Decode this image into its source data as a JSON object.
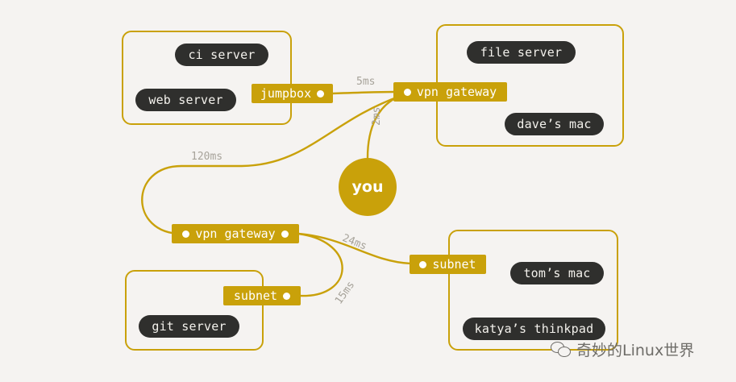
{
  "colors": {
    "background": "#f5f3f1",
    "accent": "#c9a10a",
    "pill_bg": "#2f2f2d",
    "pill_text": "#f3f1ec",
    "latency_text": "#a7a39a"
  },
  "hosts": {
    "ci_server": "ci server",
    "web_server": "web server",
    "file_server": "file server",
    "daves_mac": "dave’s mac",
    "toms_mac": "tom’s mac",
    "katyas_thinkpad": "katya’s thinkpad",
    "git_server": "git server"
  },
  "nodes": {
    "jumpbox": "jumpbox",
    "vpn_gateway_top": "vpn gateway",
    "vpn_gateway_bottom": "vpn gateway",
    "subnet_right": "subnet",
    "subnet_left": "subnet",
    "you": "you"
  },
  "latencies": {
    "jumpbox_to_gateway": "5ms",
    "you_to_gateway": "2ms",
    "gateway_to_gateway": "120ms",
    "gateway_to_subnet_right": "24ms",
    "gateway_to_subnet_left": "15ms"
  },
  "watermark": {
    "icon": "wechat-icon",
    "text": "奇妙的Linux世界"
  }
}
